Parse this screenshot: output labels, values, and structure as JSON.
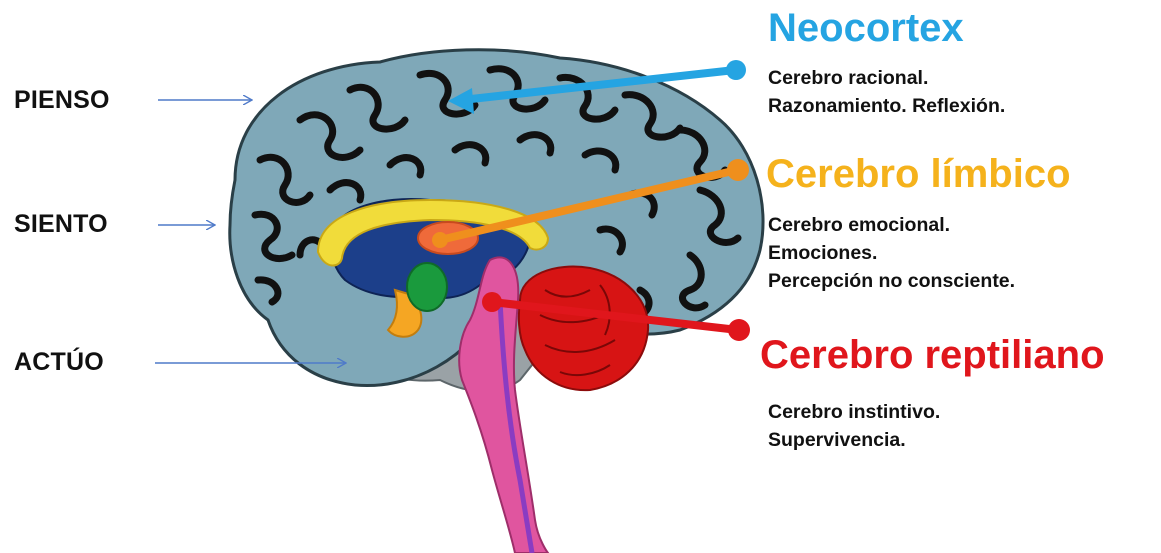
{
  "levels": {
    "think": "PIENSO",
    "feel": "SIENTO",
    "act": "ACTÚO"
  },
  "neocortex": {
    "title": "Neocortex",
    "lines": [
      "Cerebro racional.",
      "Razonamiento. Reflexión."
    ],
    "color": "#25a4e2"
  },
  "limbic": {
    "title": "Cerebro límbico",
    "lines": [
      "Cerebro emocional.",
      "Emociones.",
      "Percepción no consciente."
    ],
    "color": "#f5b21c",
    "pointer_color": "#ef8f1d"
  },
  "reptilian": {
    "title": "Cerebro reptiliano",
    "lines": [
      "Cerebro instintivo.",
      "Supervivencia."
    ],
    "color": "#e0161c"
  },
  "colors": {
    "cortex": "#7fa8b8",
    "cortex_dark": "#4e7a8a",
    "sulci": "#111111",
    "brainstem": "#e0559f",
    "cerebellum": "#d71414",
    "thalamus_region": "#1c3f8a",
    "corpus_callosum": "#f1dc3a",
    "hippocampus": "#f5a623",
    "amygdala": "#1a9a3d",
    "lower_brain": "#9aa2a6",
    "arrow": "#4f7ac9"
  }
}
